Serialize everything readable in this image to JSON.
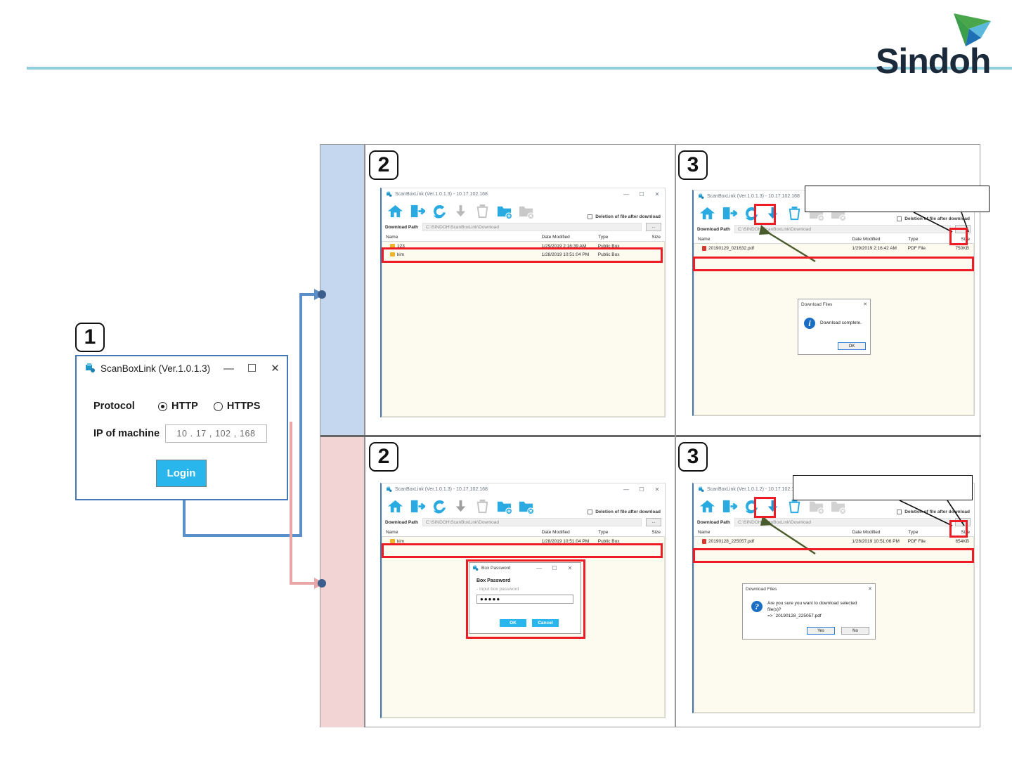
{
  "brand": {
    "name": "Sindoh",
    "logo_icon": "sindoh-triangle-logo",
    "accent": "#92cddd"
  },
  "steps": {
    "one": "1",
    "two": "2",
    "three": "3"
  },
  "login_window": {
    "title": "ScanBoxLink (Ver.1.0.1.3)",
    "app_icon": "scanboxlink-app-icon",
    "minimize": "—",
    "maximize": "☐",
    "close": "✕",
    "protocol_label": "Protocol",
    "http_label": "HTTP",
    "https_label": "HTTPS",
    "ip_label": "IP of machine",
    "ip_value": "10  .  17  ,  102  ,  168",
    "login_button": "Login"
  },
  "common": {
    "app_icon": "scanboxlink-app-icon",
    "minimize": "—",
    "maximize": "☐",
    "close": "✕",
    "toolbar_icons": [
      "home-icon",
      "logout-icon",
      "refresh-icon",
      "download-icon",
      "delete-icon",
      "new-folder-icon",
      "remove-folder-icon"
    ],
    "deletion_checkbox_label": "Deletion of file after download",
    "download_path_label": "Download Path",
    "download_path_value": "C:\\SINDOH\\ScanBoxLink\\Download",
    "browse_button": "...",
    "columns": [
      "Name",
      "Date Modified",
      "Type",
      "Size"
    ]
  },
  "panel_step2_top": {
    "badge": "2",
    "title": "ScanBoxLink (Ver.1.0.1.3) - 10.17.102.168",
    "rows": [
      {
        "icon": "folder-icon",
        "name": "123",
        "date": "1/29/2019 2:16:39 AM",
        "type": "Public Box",
        "size": ""
      },
      {
        "icon": "folder-icon",
        "name": "kim",
        "date": "1/28/2019 10:51:04 PM",
        "type": "Public Box",
        "size": ""
      }
    ],
    "highlight_target": "first-box-row"
  },
  "panel_step3_top": {
    "badge": "3",
    "title": "ScanBoxLink (Ver.1.0.1.3) - 10.17.102.168",
    "rows": [
      {
        "icon": "pdf-icon",
        "name": "20190129_021632.pdf",
        "date": "1/29/2019 2:16:42 AM",
        "type": "PDF File",
        "size": "750KB"
      }
    ],
    "dialog": {
      "title": "Download Files",
      "close": "✕",
      "icon": "info-icon",
      "message": "Download complete.",
      "ok": "OK"
    },
    "callout_text": ""
  },
  "panel_step2_bottom": {
    "badge": "2",
    "title": "ScanBoxLink (Ver.1.0.1.3) - 10.17.102.168",
    "rows": [
      {
        "icon": "folder-icon",
        "name": "kim",
        "date": "1/28/2019 10:51:04 PM",
        "type": "Public Box",
        "size": ""
      }
    ],
    "dialog": {
      "title": "Box Password",
      "app_icon": "scanboxlink-app-icon",
      "minimize": "—",
      "maximize": "☐",
      "close": "✕",
      "heading": "Box Password",
      "hint": "- Input box password",
      "password_value": "●●●●●",
      "ok": "OK",
      "cancel": "Cancel"
    }
  },
  "panel_step3_bottom": {
    "badge": "3",
    "title": "ScanBoxLink (Ver.1.0.1.2) - 10.17.102.168",
    "rows": [
      {
        "icon": "pdf-icon",
        "name": "20190128_225057.pdf",
        "date": "1/28/2019 10:51:06 PM",
        "type": "PDF File",
        "size": "654KB"
      }
    ],
    "dialog": {
      "title": "Download Files",
      "close": "✕",
      "icon": "question-icon",
      "message_line1": "Are you sure you want to download selected file(s)?",
      "message_line2": "=> `20190128_225057.pdf",
      "yes": "Yes",
      "no": "No"
    },
    "callout_text": ""
  }
}
